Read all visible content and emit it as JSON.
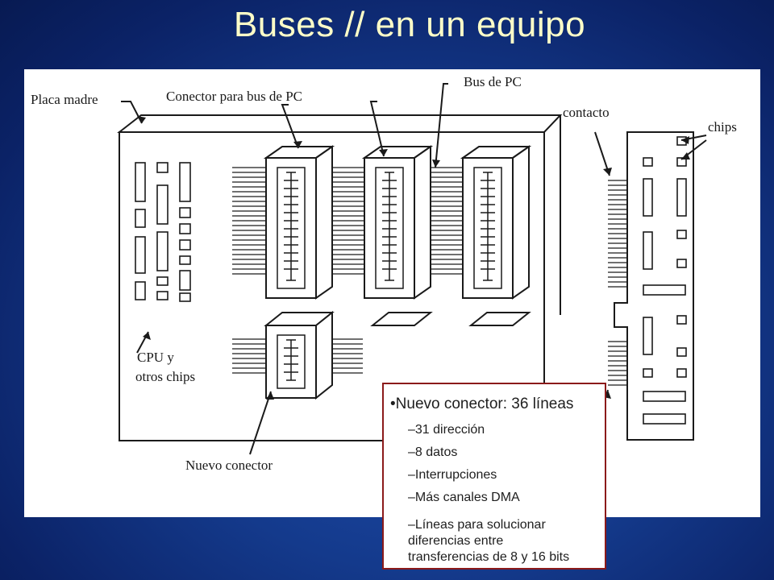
{
  "slide": {
    "title": "Buses // en un equipo"
  },
  "diagram": {
    "labels": {
      "placa_madre": "Placa madre",
      "conector_bus_pc": "Conector para bus de PC",
      "bus_de_pc": "Bus de PC",
      "contacto": "contacto",
      "chips": "chips",
      "cpu_line1": "CPU y",
      "cpu_line2": "otros chips",
      "nuevo_conector": "Nuevo conector"
    }
  },
  "info_box": {
    "heading": "•Nuevo conector: 36 líneas",
    "items": [
      "–31 dirección",
      "–8 datos",
      "–Interrupciones",
      "–Más canales DMA",
      "–Líneas  para solucionar",
      "diferencias entre",
      "transferencias de 8 y 16 bits"
    ],
    "border_color": "#8b1a1a"
  }
}
